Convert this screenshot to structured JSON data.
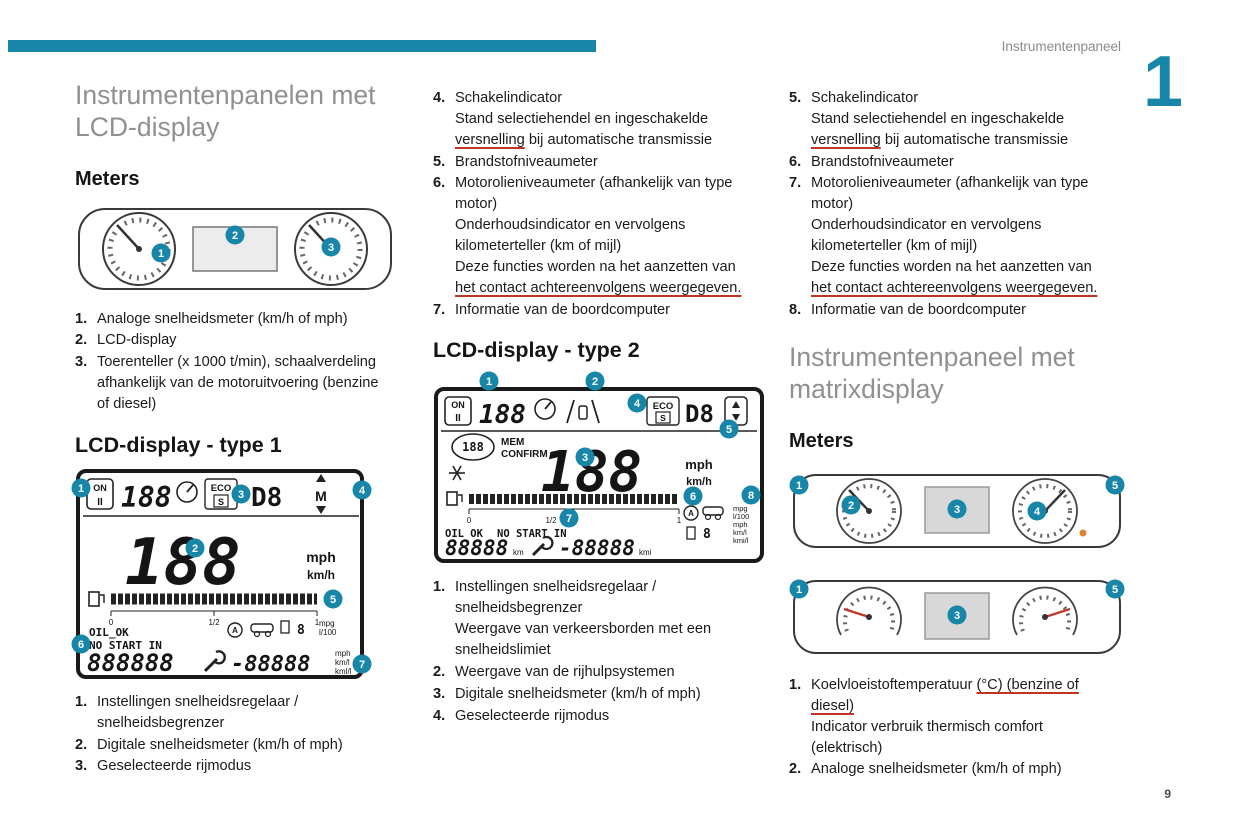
{
  "page": {
    "header": "Instrumentenpaneel",
    "chapter": "1",
    "number": "9",
    "accent": "#1786a8"
  },
  "col1": {
    "title_l1": "Instrumentenpanelen met",
    "title_l2": "LCD-display",
    "meters_heading": "Meters",
    "meters_list": [
      {
        "num": "1.",
        "l1": "Analoge snelheidsmeter (km/h of mph)"
      },
      {
        "num": "2.",
        "l1": "LCD-display"
      },
      {
        "num": "3.",
        "l1": "Toerenteller (x 1000 t/min), schaalverdeling",
        "l2": "afhankelijk van de motoruitvoering (benzine",
        "l3": "of diesel)"
      }
    ],
    "lcd1_heading": "LCD-display - type 1",
    "lcd1_list": [
      {
        "num": "1.",
        "l1": "Instellingen snelheidsregelaar /",
        "l2": "snelheidsbegrenzer"
      },
      {
        "num": "2.",
        "l1": "Digitale snelheidsmeter (km/h of mph)"
      },
      {
        "num": "3.",
        "l1": "Geselecteerde rijmodus"
      }
    ]
  },
  "col2": {
    "cont_list": [
      {
        "num": "4.",
        "l1": "Schakelindicator",
        "l2": "Stand selectiehendel en ingeschakelde",
        "l3a": "versnelling",
        "l3b": " bij automatische transmissie"
      },
      {
        "num": "5.",
        "l1": "Brandstofniveaumeter"
      },
      {
        "num": "6.",
        "l1": "Motorolieniveaumeter (afhankelijk van type",
        "l2": "motor)",
        "l3": "Onderhoudsindicator en vervolgens",
        "l4": "kilometerteller (km of mijl)",
        "l5": "Deze functies worden na het aanzetten van",
        "l6": "het contact achtereenvolgens weergegeven."
      },
      {
        "num": "7.",
        "l1": "Informatie van de boordcomputer"
      }
    ],
    "lcd2_heading": "LCD-display - type 2",
    "lcd2_list": [
      {
        "num": "1.",
        "l1": "Instellingen snelheidsregelaar /",
        "l2": "snelheidsbegrenzer",
        "l3": "Weergave van verkeersborden met een",
        "l4": "snelheidslimiet"
      },
      {
        "num": "2.",
        "l1": "Weergave van de rijhulpsystemen"
      },
      {
        "num": "3.",
        "l1": "Digitale snelheidsmeter (km/h of mph)"
      },
      {
        "num": "4.",
        "l1": "Geselecteerde rijmodus"
      }
    ]
  },
  "col3": {
    "cont_list": [
      {
        "num": "5.",
        "l1": "Schakelindicator",
        "l2": "Stand selectiehendel en ingeschakelde",
        "l3a": "versnelling",
        "l3b": " bij automatische transmissie"
      },
      {
        "num": "6.",
        "l1": "Brandstofniveaumeter"
      },
      {
        "num": "7.",
        "l1": "Motorolieniveaumeter (afhankelijk van type",
        "l2": "motor)",
        "l3": "Onderhoudsindicator en vervolgens",
        "l4": "kilometerteller (km of mijl)",
        "l5": "Deze functies worden na het aanzetten van",
        "l6": "het contact achtereenvolgens weergegeven."
      },
      {
        "num": "8.",
        "l1": "Informatie van de boordcomputer"
      }
    ],
    "matrix_title_l1": "Instrumentenpaneel met",
    "matrix_title_l2": "matrixdisplay",
    "meters_heading": "Meters",
    "matrix_list": [
      {
        "num": "1.",
        "l1a": "Koelvloeistoftemperatuur ",
        "l1b": "(°C) (benzine of",
        "l2": "diesel)",
        "l3": "Indicator verbruik thermisch comfort",
        "l4": "(elektrisch)"
      },
      {
        "num": "2.",
        "l1": "Analoge snelheidsmeter (km/h of mph)"
      }
    ]
  },
  "figures": {
    "cluster": {
      "callouts": [
        "1",
        "2",
        "3"
      ]
    },
    "lcd1": {
      "callouts": [
        "1",
        "2",
        "3",
        "4",
        "5",
        "6",
        "7"
      ],
      "sw1": "ON",
      "sw2": "II",
      "top_digits": "188",
      "eco1": "ECO",
      "eco2": "S",
      "gear": "D8",
      "m": "M",
      "big": "188",
      "u1": "mph",
      "u2": "km/h",
      "s0": "0",
      "sh": "1/2",
      "s1": "1",
      "oil": "OIL_OK",
      "nostart": "NO START IN",
      "d8": "8",
      "ur1": "mpg",
      "ur2": "l/100",
      "ur3": "mph",
      "ur4": "km/l",
      "ur5": "kml/l",
      "odo": "888888",
      "neg": "-88888"
    },
    "lcd2": {
      "callouts": [
        "1",
        "2",
        "3",
        "4",
        "5",
        "6",
        "7",
        "8"
      ],
      "sw1": "ON",
      "sw2": "II",
      "top_digits": "188",
      "eco1": "ECO",
      "eco2": "S",
      "gear": "D8",
      "oval": "188",
      "mem": "MEM",
      "confirm": "CONFIRM",
      "big": "188",
      "u1": "mph",
      "u2": "km/h",
      "s0": "0",
      "sh": "1/2",
      "s1": "1",
      "oil": "OIL OK",
      "nostart": "NO START IN",
      "d8": "8",
      "odo": "88888",
      "km": "km",
      "neg": "-88888",
      "kmi": "kmi",
      "ur1": "mpg",
      "ur2": "l/100",
      "ur3": "mph",
      "ur4": "km/l",
      "ur5": "kmi/l"
    },
    "matrixA": {
      "callouts": [
        "1",
        "2",
        "3",
        "4",
        "5"
      ]
    },
    "matrixB": {
      "callouts": [
        "1",
        "3",
        "5"
      ]
    }
  }
}
